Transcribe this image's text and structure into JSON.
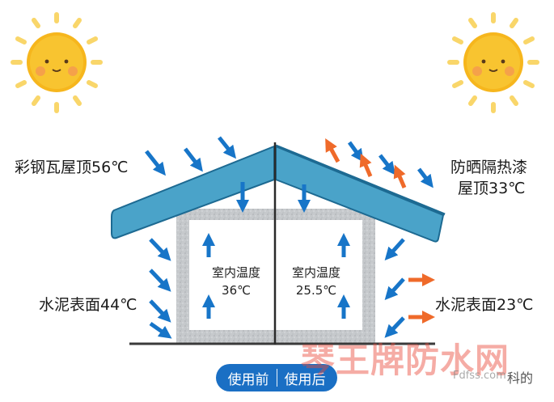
{
  "labels": {
    "roof_before": "彩钢瓦屋顶56℃",
    "roof_after_line1": "防晒隔热漆",
    "roof_after_line2": "屋顶33℃",
    "cement_before": "水泥表面44℃",
    "cement_after": "水泥表面23℃",
    "indoor_before_title": "室内温度",
    "indoor_before_value": "36℃",
    "indoor_after_title": "室内温度",
    "indoor_after_value": "25.5℃"
  },
  "toggle": {
    "before": "使用前",
    "after": "使用后"
  },
  "watermark": {
    "brand": "琴王牌防水网",
    "site": "Fdfss.com",
    "tail": "科的"
  },
  "colors": {
    "roof": "#4aa3c9",
    "roof_outline": "#1d6a92",
    "arrow_blue": "#1775c8",
    "arrow_orange": "#ef6a2a",
    "wall": "#c9cccf",
    "sun": "#f6b61d",
    "sun_ray": "#f9d66a",
    "toggle": "#1a6fc4"
  }
}
